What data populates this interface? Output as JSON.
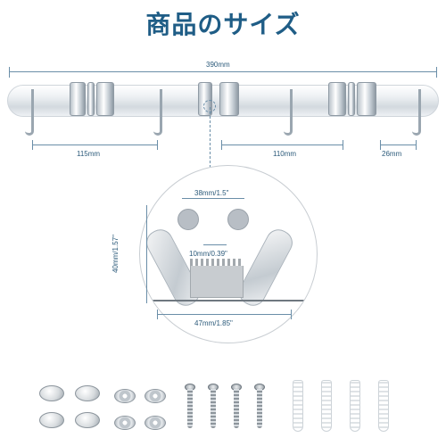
{
  "title": "商品のサイズ",
  "dimensions": {
    "total_length": "390mm",
    "left_spacing": "115mm",
    "middle_spacing": "110mm",
    "right_spacing": "26mm",
    "clamp_width": "38mm/1.5\"",
    "clamp_gap": "10mm/0.39\"",
    "clamp_height": "40mm/1.57\"",
    "base_width": "47mm/1.85\""
  },
  "colors": {
    "title": "#1f5d86",
    "dimension_text": "#2b5a7a",
    "metal": "#c4cbd1"
  },
  "accessories": {
    "caps": 4,
    "washers": 4,
    "screws": 4,
    "anchors": 4
  }
}
